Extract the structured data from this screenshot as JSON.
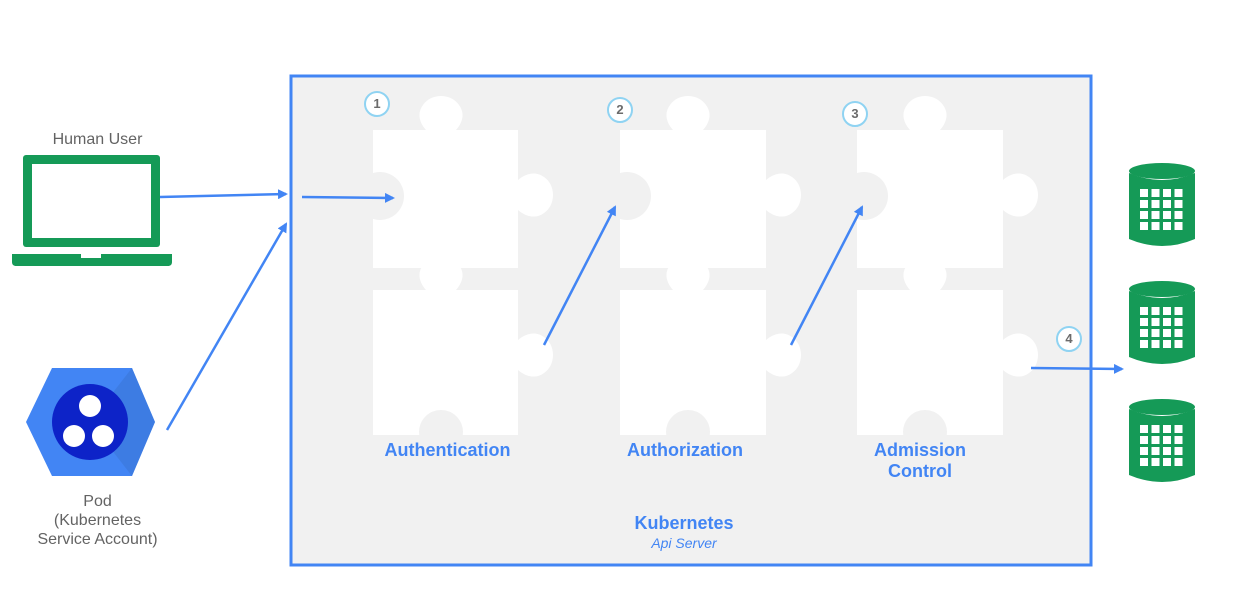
{
  "colors": {
    "accent": "#4285f4",
    "panel_bg": "#f1f1f1",
    "green": "#159a57",
    "label_gray": "#636363",
    "step_circle": "#8fd3f2",
    "pod_hexagon": "#4285f4",
    "pod_dark": "#0d23c8"
  },
  "actors": {
    "human_user": {
      "label": "Human User",
      "icon": "laptop-icon"
    },
    "pod": {
      "label_lines": [
        "Pod",
        "(Kubernetes",
        "Service Account)"
      ],
      "icon": "kubernetes-pod-icon"
    }
  },
  "api_server": {
    "title": "Kubernetes",
    "subtitle": "Api Server",
    "stages": [
      {
        "step": "1",
        "label_lines": [
          "Authentication"
        ],
        "icon": "puzzle-icon"
      },
      {
        "step": "2",
        "label_lines": [
          "Authorization"
        ],
        "icon": "puzzle-icon"
      },
      {
        "step": "3",
        "label_lines": [
          "Admission",
          "Control"
        ],
        "icon": "puzzle-icon"
      }
    ],
    "persist_step": "4"
  },
  "datastores": [
    {
      "icon": "database-icon"
    },
    {
      "icon": "database-icon"
    },
    {
      "icon": "database-icon"
    }
  ]
}
